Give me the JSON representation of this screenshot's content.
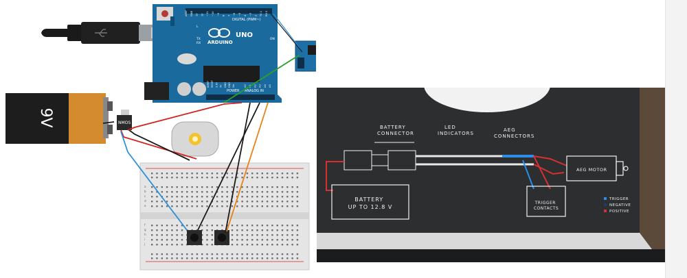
{
  "circuit": {
    "arduino": {
      "brand_label": "ARDUINO",
      "model_label": "UNO",
      "digital_header_label": "DIGITAL (PWM~)",
      "power_header_label": "POWER",
      "analog_header_label": "ANALOG IN",
      "on_label": "ON",
      "tx_label": "TX",
      "rx_label": "RX",
      "l_label": "L",
      "pin_labels_digital": [
        "AREF",
        "GND",
        "13",
        "12",
        "~11",
        "~10",
        "~9",
        "8",
        "7",
        "~6",
        "~5",
        "4",
        "~3",
        "2",
        "TX 1",
        "RX 0"
      ],
      "pin_labels_power": [
        "IOREF",
        "RESET",
        "3.3V",
        "5V",
        "GND",
        "GND",
        "Vin"
      ],
      "pin_labels_analog": [
        "A0",
        "A1",
        "A2",
        "A3",
        "A4",
        "A5"
      ]
    },
    "battery": {
      "label": "9V"
    },
    "transistor": {
      "label": "NMOS"
    },
    "breadboard": {
      "top_row_letters": [
        "a",
        "b",
        "c",
        "d",
        "e"
      ],
      "bottom_row_letters": [
        "f",
        "g",
        "h",
        "i",
        "j"
      ]
    }
  },
  "wiring_photo": {
    "battery_connector_label": "BATTERY\nCONNECTOR",
    "led_indicators_label": "LED\nINDICATORS",
    "aeg_connectors_label": "AEG\nCONNECTORS",
    "aeg_motor_label": "AEG MOTOR",
    "battery_box_label": "BATTERY\nUP TO 12.8 V",
    "trigger_contacts_label": "TRIGGER\nCONTACTS",
    "legend": [
      {
        "label": "TRIGGER",
        "color": "#2a8ee8"
      },
      {
        "label": "NEGATIVE",
        "color": "#1c3a78"
      },
      {
        "label": "POSITIVE",
        "color": "#d63030"
      }
    ]
  },
  "colors": {
    "board_blue": "#1b6a9e",
    "wire_red": "#d32222",
    "wire_black": "#1a1a1a",
    "wire_green": "#2aa12a",
    "wire_blue": "#2d8fd6",
    "wire_orange": "#e8821a",
    "photo_bg": "#2a2c2e"
  }
}
